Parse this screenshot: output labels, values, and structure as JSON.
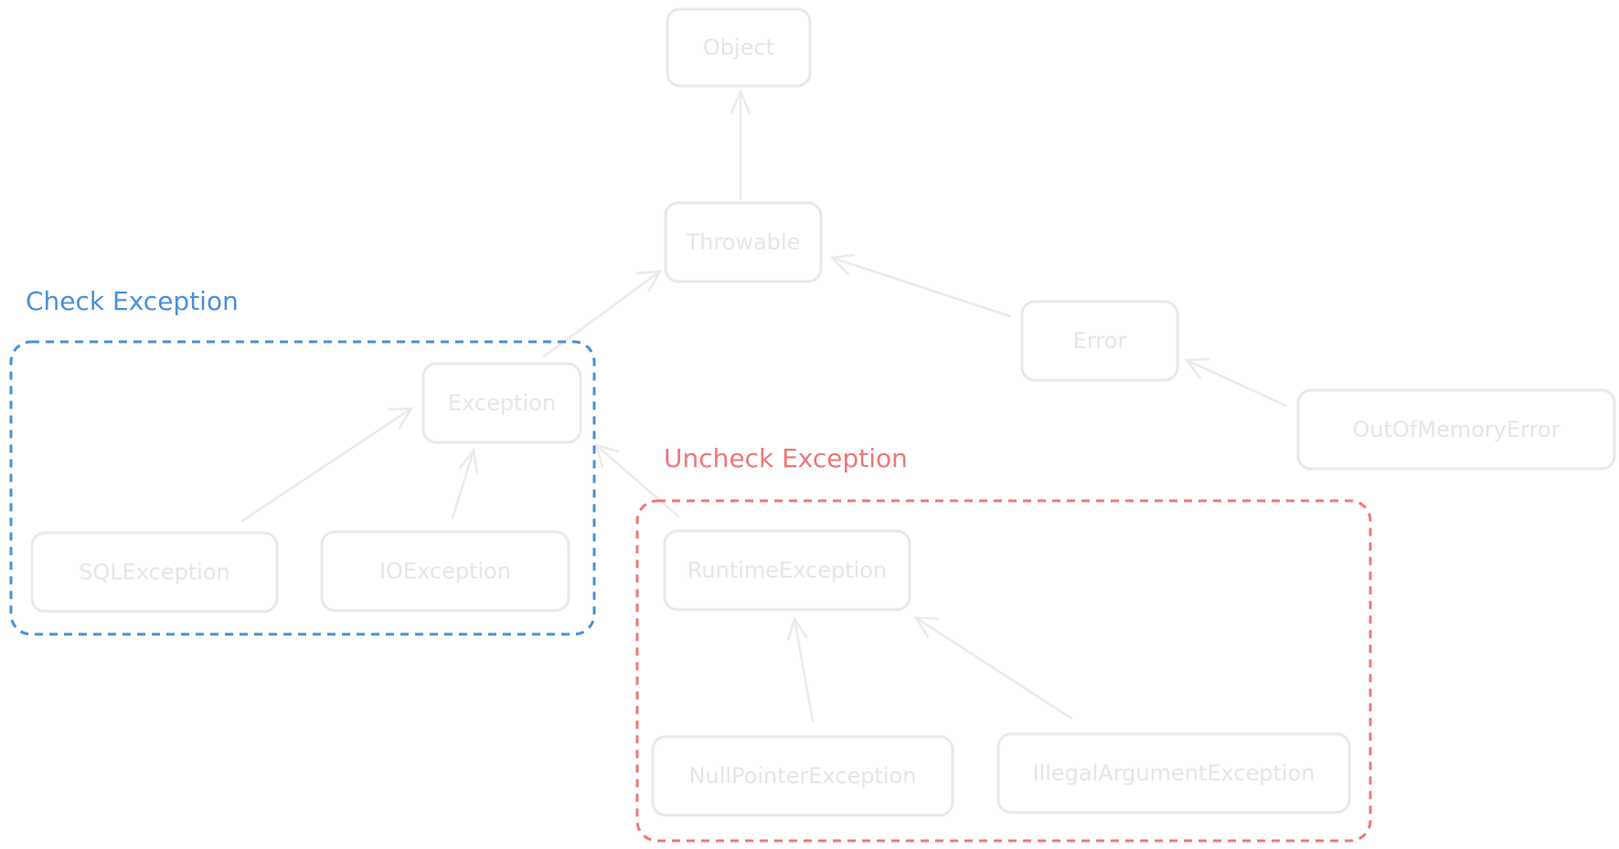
{
  "nodes": {
    "object": "Object",
    "throwable": "Throwable",
    "exception": "Exception",
    "error": "Error",
    "out_of_memory_error": "OutOfMemoryError",
    "sql_exception": "SQLException",
    "io_exception": "IOException",
    "runtime_exception": "RuntimeException",
    "null_pointer_exception": "NullPointerException",
    "illegal_argument_exception": "IllegalArgumentException"
  },
  "edges": [
    {
      "from": "throwable",
      "to": "object"
    },
    {
      "from": "exception",
      "to": "throwable"
    },
    {
      "from": "error",
      "to": "throwable"
    },
    {
      "from": "out_of_memory_error",
      "to": "error"
    },
    {
      "from": "sql_exception",
      "to": "exception"
    },
    {
      "from": "io_exception",
      "to": "exception"
    },
    {
      "from": "runtime_exception",
      "to": "exception"
    },
    {
      "from": "null_pointer_exception",
      "to": "runtime_exception"
    },
    {
      "from": "illegal_argument_exception",
      "to": "runtime_exception"
    }
  ],
  "groups": {
    "checked": {
      "label": "Check Exception",
      "color": "#4a90d9"
    },
    "unchecked": {
      "label": "Uncheck Exception",
      "color": "#f07878"
    }
  },
  "colors": {
    "node_stroke": "#e9e9e9",
    "node_text": "#e6e6e6",
    "edge": "#ebebeb"
  }
}
